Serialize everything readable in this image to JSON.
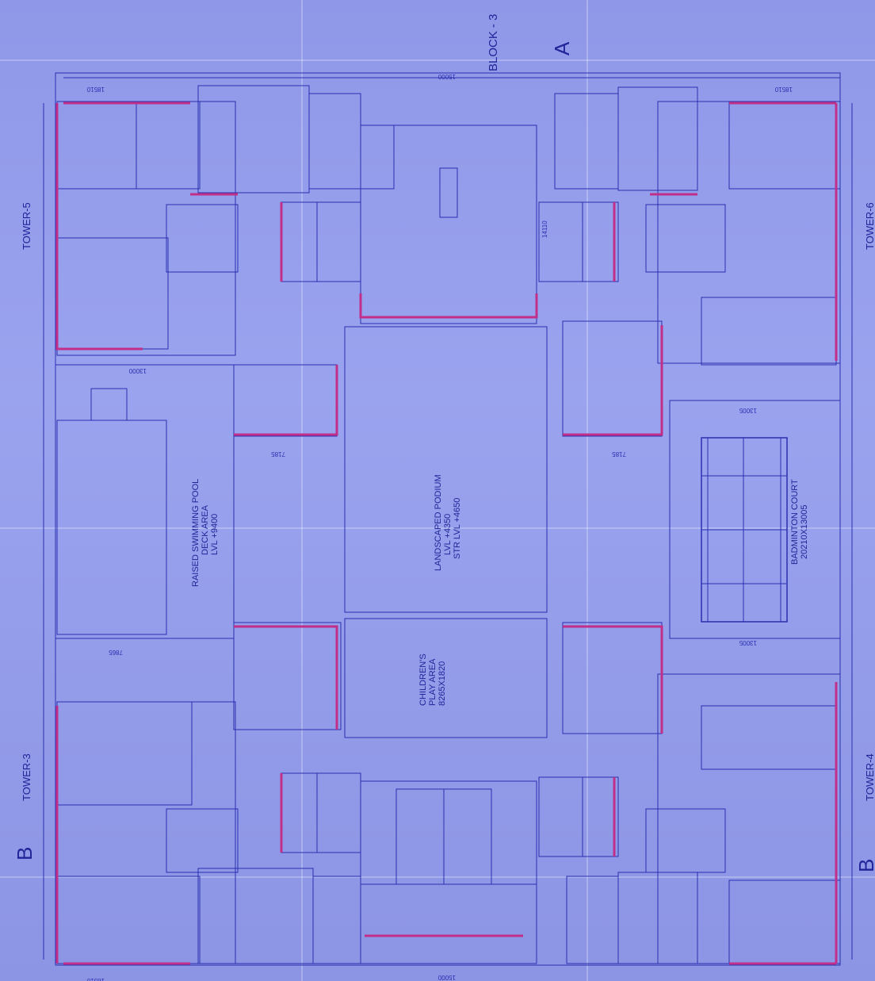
{
  "drawing": {
    "block_label": "BLOCK - 3",
    "grid_top": "A",
    "grid_left": "B",
    "grid_right": "B",
    "towers": {
      "tower5": "TOWER-5",
      "tower6": "TOWER-6",
      "tower3": "TOWER-3",
      "tower4": "TOWER-4"
    },
    "pool": {
      "line1": "RAISED SWIMMING POOL",
      "line2": "DECK AREA",
      "line3": "LVL +9400"
    },
    "podium": {
      "line1": "LANDSCAPED PODIUM",
      "line2": "LVL +4350",
      "line3": "STR LVL +4650"
    },
    "play": {
      "line1": "CHILDREN'S",
      "line2": "PLAY AREA",
      "line3": "8265X1820"
    },
    "badminton": {
      "line1": "BADMINTON COURT",
      "line2": "20210X13005"
    },
    "dims": {
      "d1": "18510",
      "d2": "15000",
      "d3": "18510",
      "d4": "7185",
      "d5": "7185",
      "d6": "13005",
      "d7": "13005",
      "d8": "14110",
      "d9": "7865",
      "d10": "13000",
      "d11": "18510",
      "d12": "15000"
    }
  },
  "colors": {
    "paper": "#939be9",
    "line": "#2a2fb0",
    "wall": "#c0308a"
  }
}
